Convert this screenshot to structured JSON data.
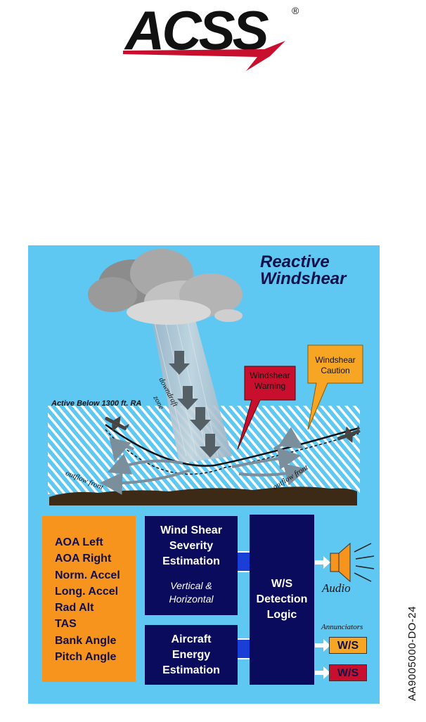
{
  "logo": {
    "text": "ACSS",
    "registered_mark": "®"
  },
  "diagram": {
    "title_line1": "Reactive",
    "title_line2": "Windshear",
    "active_below": "Active Below 1300 ft. RA",
    "downdraft_label_1": "downdraft",
    "downdraft_label_2": "zone",
    "outflow_left": "outflow front",
    "outflow_right": "outflow front",
    "warning_callout_1": "Windshear",
    "warning_callout_2": "Warning",
    "caution_callout_1": "Windshear",
    "caution_callout_2": "Caution",
    "inputs": [
      "AOA Left",
      "AOA Right",
      "Norm. Accel",
      "Long. Accel",
      "Rad Alt",
      "TAS",
      "Bank Angle",
      "Pitch Angle"
    ],
    "severity_box": {
      "line1": "Wind Shear",
      "line2": "Severity",
      "line3": "Estimation",
      "sub1": "Vertical &",
      "sub2": "Horizontal"
    },
    "energy_box": {
      "line1": "Aircraft",
      "line2": "Energy",
      "line3": "Estimation"
    },
    "detection_box": {
      "line1": "W/S",
      "line2": "Detection",
      "line3": "Logic"
    },
    "audio_label": "Audio",
    "annunciators_label": "Annunciators",
    "caution_badge": "W/S",
    "warning_badge": "W/S"
  },
  "colors": {
    "sky": "#5ec8f2",
    "navy": "#0b0b5e",
    "orange": "#f7941d",
    "warning_red": "#c8102e",
    "caution_amber": "#f6a623",
    "arrow_blue": "#1a3fd6",
    "ground": "#3d2a16"
  },
  "document_id": "AA9005000-DO-24"
}
